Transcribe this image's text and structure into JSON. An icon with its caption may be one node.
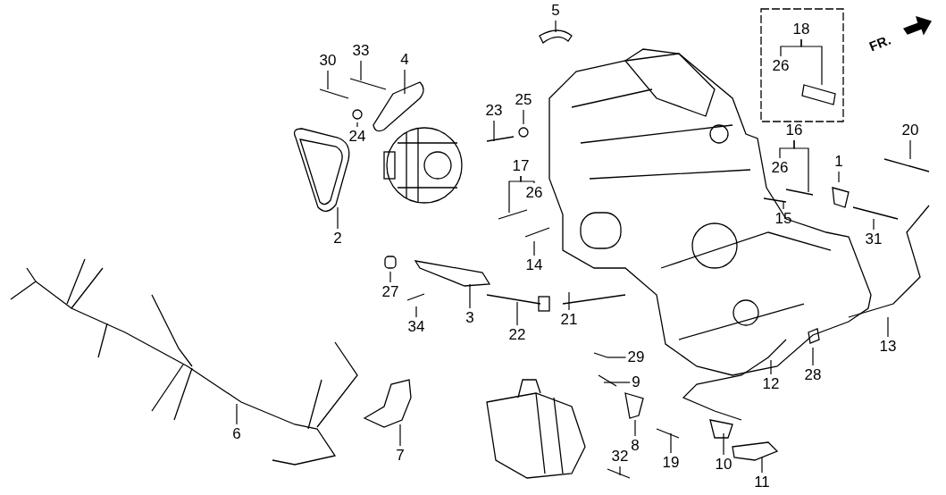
{
  "diagram": {
    "nodes": [
      {
        "text": [
          "1"
        ]
      },
      {
        "text": [
          "2"
        ]
      },
      {
        "text": [
          "3"
        ]
      },
      {
        "text": [
          "4"
        ]
      },
      {
        "text": [
          "5"
        ]
      },
      {
        "text": [
          "6"
        ]
      },
      {
        "text": [
          "7"
        ]
      },
      {
        "text": [
          "8"
        ]
      },
      {
        "text": [
          "9"
        ]
      },
      {
        "text": [
          "10"
        ]
      },
      {
        "text": [
          "11"
        ]
      },
      {
        "text": [
          "12"
        ]
      },
      {
        "text": [
          "13"
        ]
      },
      {
        "text": [
          "14"
        ]
      },
      {
        "text": [
          "15"
        ]
      },
      {
        "text": [
          "16"
        ]
      },
      {
        "text": [
          "17"
        ]
      },
      {
        "text": [
          "18"
        ]
      },
      {
        "text": [
          "19"
        ]
      },
      {
        "text": [
          "20"
        ]
      },
      {
        "text": [
          "21"
        ]
      },
      {
        "text": [
          "22"
        ]
      },
      {
        "text": [
          "23"
        ]
      },
      {
        "text": [
          "24"
        ]
      },
      {
        "text": [
          "25"
        ]
      },
      {
        "text": [
          "27"
        ]
      },
      {
        "text": [
          "28"
        ]
      },
      {
        "text": [
          "29"
        ]
      },
      {
        "text": [
          "30"
        ]
      },
      {
        "text": [
          "31"
        ]
      },
      {
        "text": [
          "32"
        ]
      },
      {
        "text": [
          "33"
        ]
      },
      {
        "text": [
          "34"
        ]
      },
      {
        "text": [
          "26"
        ]
      },
      {
        "text": [
          "26"
        ]
      },
      {
        "text": [
          "26"
        ]
      }
    ],
    "edges": [
      {
        "from": 0,
        "to": null,
        "arrow": "none"
      },
      {
        "from": 1,
        "to": null,
        "arrow": "none"
      },
      {
        "from": 2,
        "to": null,
        "arrow": "none"
      },
      {
        "from": 3,
        "to": null,
        "arrow": "none"
      },
      {
        "from": 4,
        "to": null,
        "arrow": "none"
      },
      {
        "from": 5,
        "to": null,
        "arrow": "none"
      },
      {
        "from": 6,
        "to": null,
        "arrow": "none"
      },
      {
        "from": 7,
        "to": null,
        "arrow": "none"
      },
      {
        "from": 8,
        "to": null,
        "arrow": "none"
      },
      {
        "from": 9,
        "to": null,
        "arrow": "none"
      },
      {
        "from": 10,
        "to": null,
        "arrow": "none"
      },
      {
        "from": 11,
        "to": null,
        "arrow": "none"
      },
      {
        "from": 12,
        "to": null,
        "arrow": "none"
      },
      {
        "from": 13,
        "to": null,
        "arrow": "none"
      },
      {
        "from": 14,
        "to": null,
        "arrow": "none"
      },
      {
        "from": 15,
        "to": 34,
        "arrow": "none"
      },
      {
        "from": 15,
        "to": null,
        "arrow": "none"
      },
      {
        "from": 16,
        "to": null,
        "arrow": "none"
      },
      {
        "from": 16,
        "to": 35,
        "arrow": "none"
      },
      {
        "from": 17,
        "to": 33,
        "arrow": "none"
      },
      {
        "from": 17,
        "to": null,
        "arrow": "none"
      },
      {
        "from": 18,
        "to": null,
        "arrow": "none"
      },
      {
        "from": 19,
        "to": null,
        "arrow": "none"
      },
      {
        "from": 20,
        "to": null,
        "arrow": "none"
      },
      {
        "from": 21,
        "to": null,
        "arrow": "none"
      },
      {
        "from": 22,
        "to": null,
        "arrow": "none"
      },
      {
        "from": 23,
        "to": null,
        "arrow": "none"
      },
      {
        "from": 24,
        "to": null,
        "arrow": "none"
      },
      {
        "from": 25,
        "to": null,
        "arrow": "none"
      },
      {
        "from": 26,
        "to": null,
        "arrow": "none"
      },
      {
        "from": 27,
        "to": null,
        "arrow": "none"
      },
      {
        "from": 28,
        "to": null,
        "arrow": "none"
      },
      {
        "from": 29,
        "to": null,
        "arrow": "none"
      },
      {
        "from": 30,
        "to": null,
        "arrow": "none"
      },
      {
        "from": 31,
        "to": null,
        "arrow": "none"
      },
      {
        "from": 32,
        "to": null,
        "arrow": "none"
      }
    ],
    "labels": [
      "FR."
    ]
  }
}
